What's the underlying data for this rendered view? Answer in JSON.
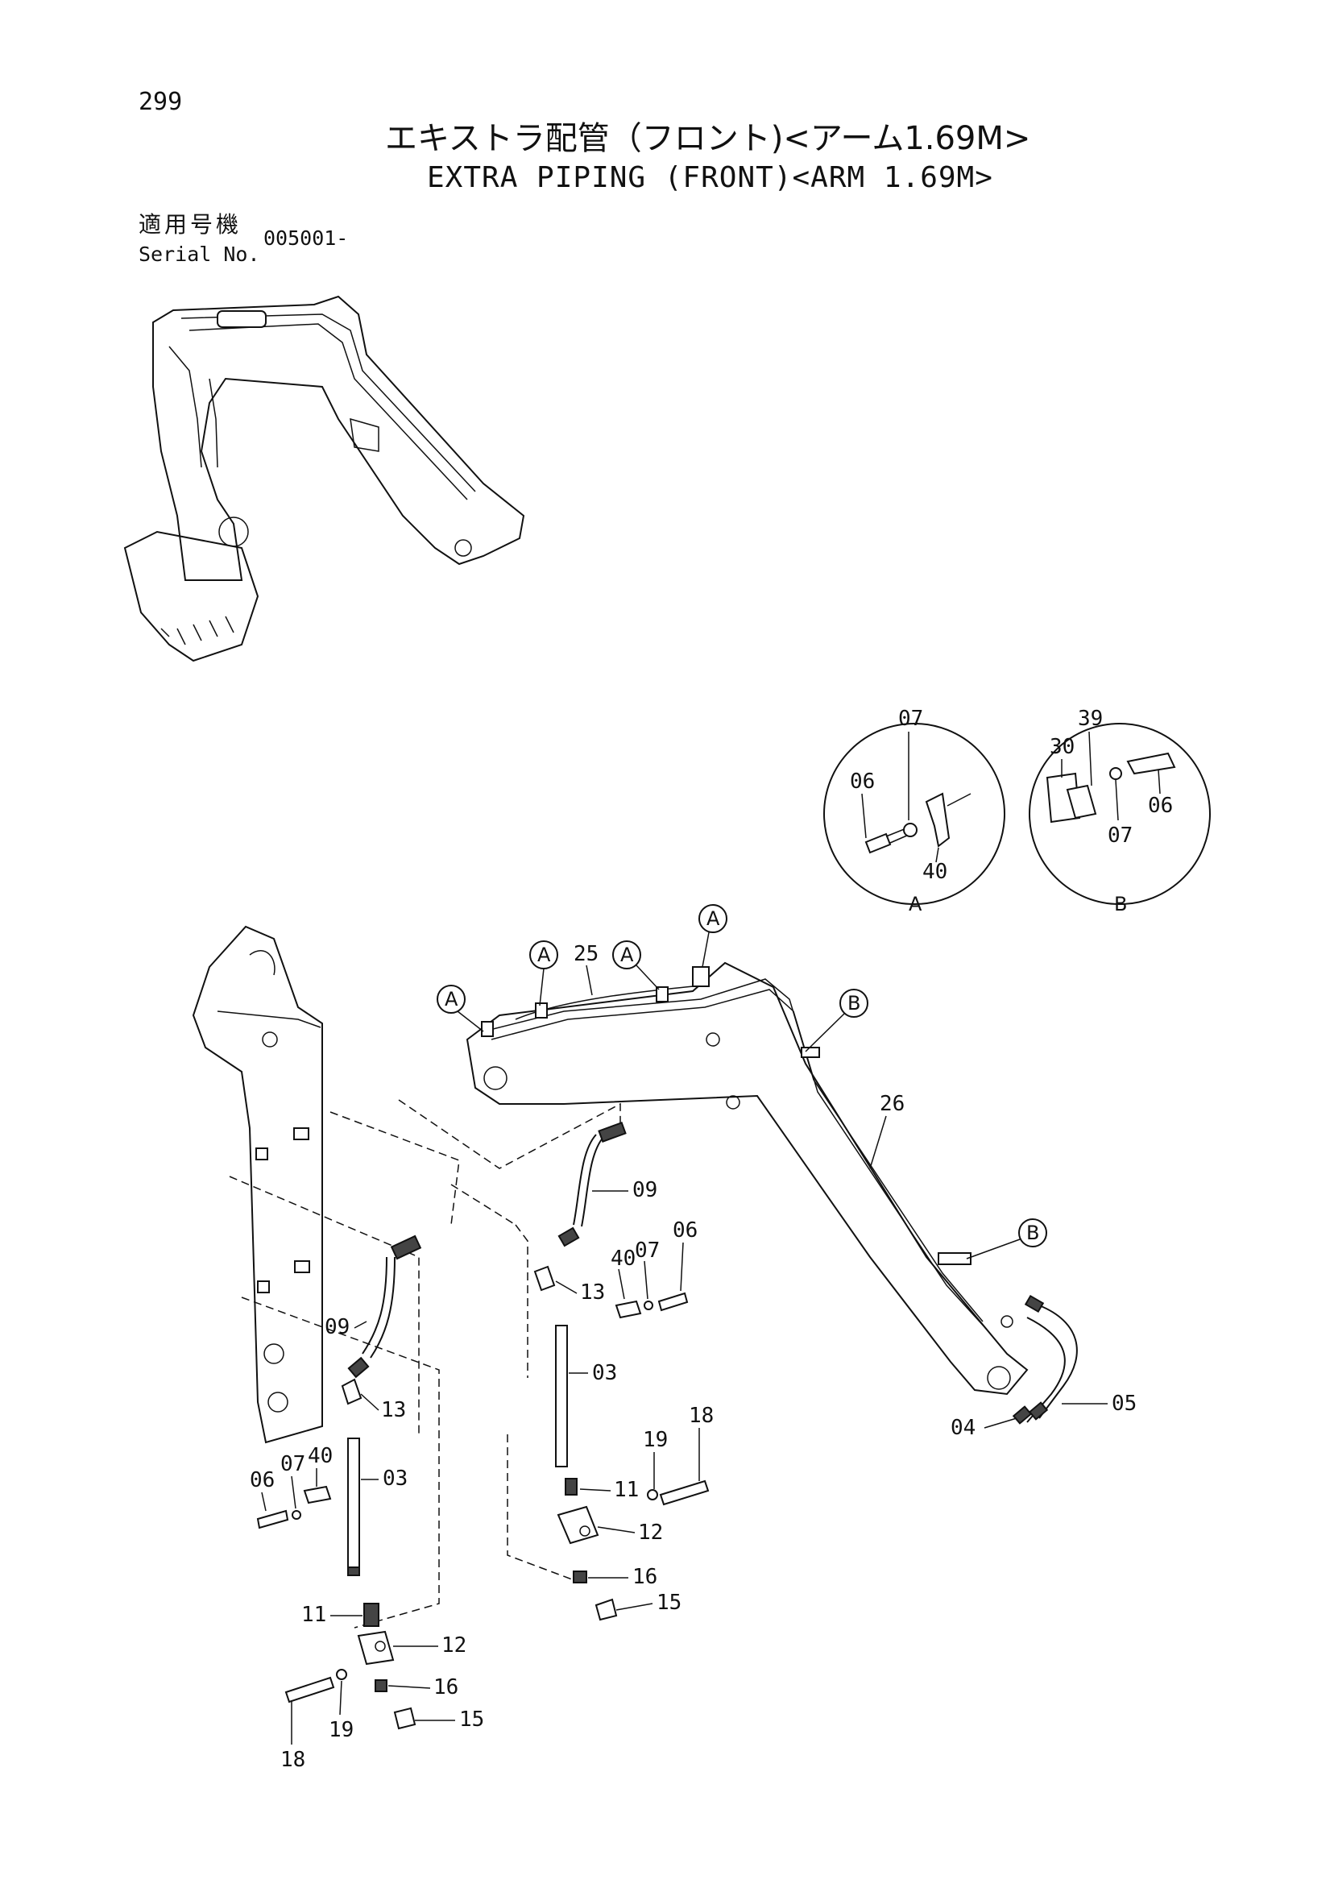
{
  "header": {
    "page_number": "299",
    "title_jp": "エキストラ配管（フロント)<アーム1.69M>",
    "title_en": "EXTRA PIPING (FRONT)<ARM 1.69M>",
    "serial_label_jp": "適用号機",
    "serial_label_en": "Serial No.",
    "serial_value": "005001-"
  },
  "detail_a": {
    "letter": "A",
    "parts": [
      "06",
      "07",
      "40"
    ]
  },
  "detail_b": {
    "letter": "B",
    "parts": [
      "39",
      "30",
      "06",
      "07"
    ]
  },
  "callouts": {
    "a": "A",
    "b": "B"
  },
  "part_labels": {
    "p03": "03",
    "p04": "04",
    "p05": "05",
    "p06": "06",
    "p07": "07",
    "p09": "09",
    "p11": "11",
    "p12": "12",
    "p13": "13",
    "p15": "15",
    "p16": "16",
    "p18": "18",
    "p19": "19",
    "p25": "25",
    "p26": "26",
    "p40": "40"
  }
}
